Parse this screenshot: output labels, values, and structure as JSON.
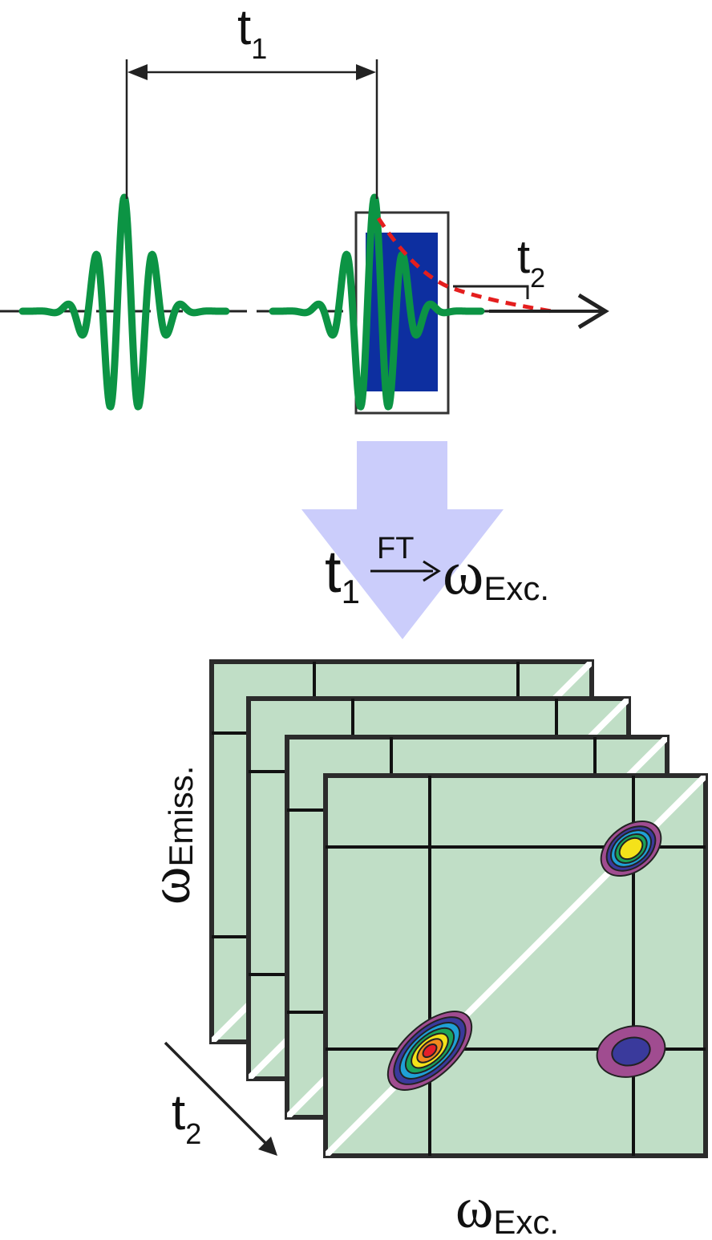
{
  "pulse_diagram": {
    "t1_label": {
      "main": "t",
      "sub": "1"
    },
    "t2_label": {
      "main": "t",
      "sub": "2"
    }
  },
  "transform_arrow": {
    "from": {
      "main": "t",
      "sub": "1"
    },
    "ft_label": "FT",
    "to": {
      "symbol": "ω",
      "sub": "Exc."
    }
  },
  "spectra_stack": {
    "y_axis_label": {
      "symbol": "ω",
      "sub": "Emiss."
    },
    "x_axis_label": {
      "symbol": "ω",
      "sub": "Exc."
    },
    "time_axis_label": {
      "main": "t",
      "sub": "2"
    }
  },
  "colors": {
    "pulse": "#0c9444",
    "sample": "#0d2fa0",
    "signal": "#e41e1e",
    "arrow": "#cbcdfb",
    "panel": "#c0dec6",
    "contours": [
      "#a04c90",
      "#3a3a9c",
      "#1fa0d6",
      "#1ba35a",
      "#f4e21a",
      "#f08a1e",
      "#e41e2a"
    ]
  }
}
